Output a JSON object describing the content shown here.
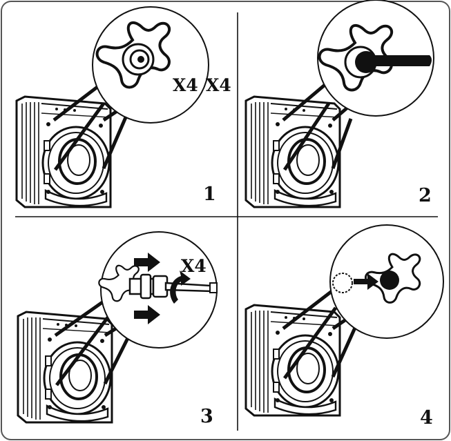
{
  "diagram": {
    "panels": [
      {
        "step": "1",
        "count_labels": [
          "X4",
          "X4"
        ]
      },
      {
        "step": "2",
        "count_labels": []
      },
      {
        "step": "3",
        "count_labels": [
          "X4"
        ]
      },
      {
        "step": "4",
        "count_labels": []
      }
    ],
    "colors": {
      "ink": "#111111",
      "frame": "#555555",
      "background": "#ffffff"
    }
  }
}
